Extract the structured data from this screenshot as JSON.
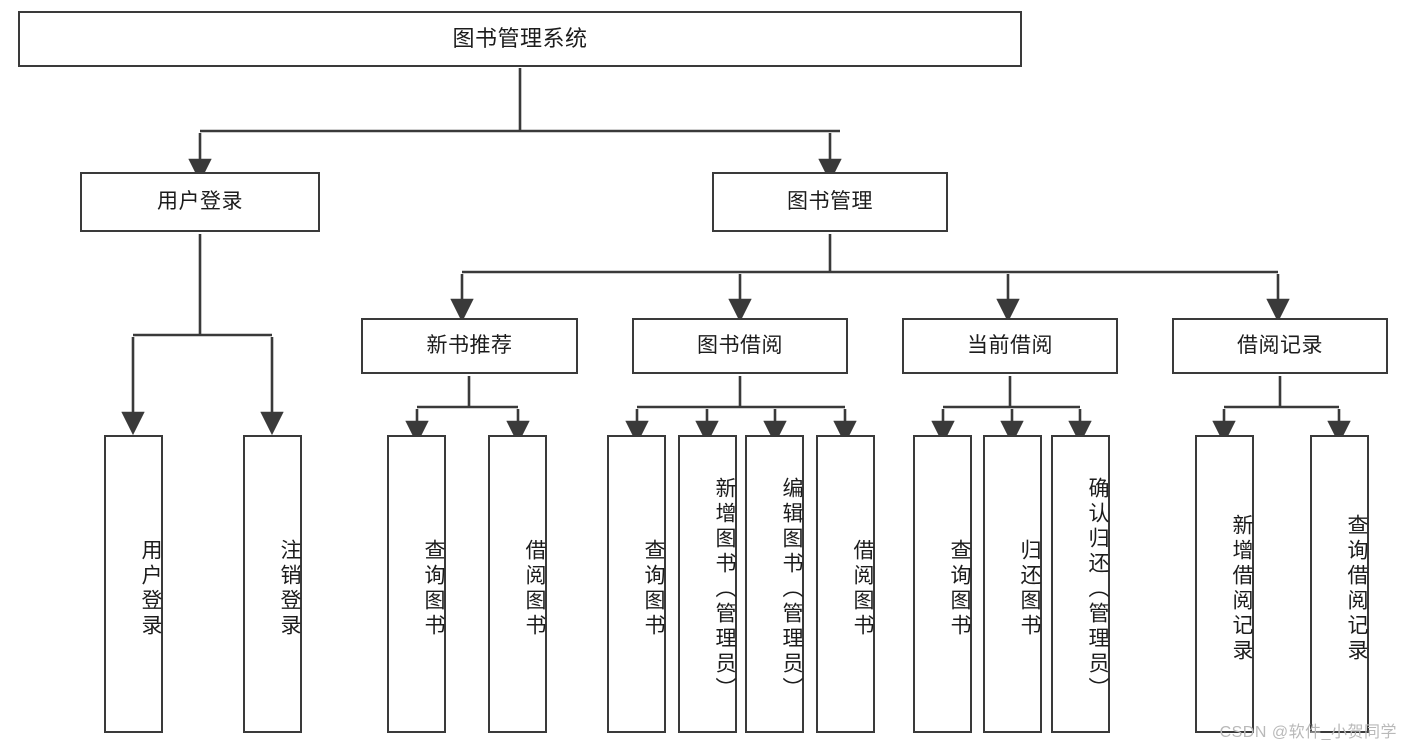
{
  "diagram": {
    "title": "图书管理系统",
    "type": "hierarchy-tree",
    "watermark": "CSDN @软件_小贺同学",
    "colors": {
      "box_border": "#3a3a3a",
      "box_fill": "#ffffff",
      "edge": "#3a3a3a",
      "text": "#1c1c1c",
      "watermark": "#b9b9b9",
      "background": "#ffffff"
    },
    "nodes": {
      "root": {
        "label": "图书管理系统"
      },
      "level2": [
        {
          "id": "user-login",
          "label": "用户登录"
        },
        {
          "id": "book-manage",
          "label": "图书管理"
        }
      ],
      "level3": [
        {
          "id": "new-book-recommend",
          "label": "新书推荐"
        },
        {
          "id": "book-borrow",
          "label": "图书借阅"
        },
        {
          "id": "current-borrow",
          "label": "当前借阅"
        },
        {
          "id": "borrow-record",
          "label": "借阅记录"
        }
      ],
      "leaves": {
        "user-login": [
          {
            "id": "leaf-user-login",
            "label": "用户登录"
          },
          {
            "id": "leaf-logout-login",
            "label": "注销登录"
          }
        ],
        "new-book-recommend": [
          {
            "id": "leaf-query-book-1",
            "label": "查询图书"
          },
          {
            "id": "leaf-borrow-book-1",
            "label": "借阅图书"
          }
        ],
        "book-borrow": [
          {
            "id": "leaf-query-book-2",
            "label": "查询图书"
          },
          {
            "id": "leaf-add-book",
            "label": "新增图书（管理员）"
          },
          {
            "id": "leaf-edit-book",
            "label": "编辑图书（管理员）"
          },
          {
            "id": "leaf-borrow-book-2",
            "label": "借阅图书"
          }
        ],
        "current-borrow": [
          {
            "id": "leaf-query-book-3",
            "label": "查询图书"
          },
          {
            "id": "leaf-return-book",
            "label": "归还图书"
          },
          {
            "id": "leaf-confirm-return",
            "label": "确认归还（管理员）"
          }
        ],
        "borrow-record": [
          {
            "id": "leaf-add-record",
            "label": "新增借阅记录"
          },
          {
            "id": "leaf-query-record",
            "label": "查询借阅记录"
          }
        ]
      }
    }
  }
}
